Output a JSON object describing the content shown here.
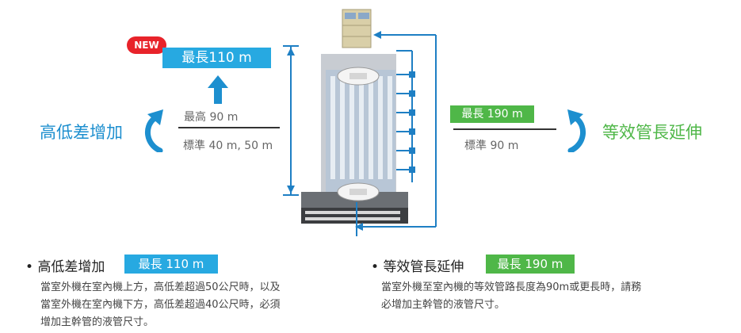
{
  "left": {
    "new_badge": "NEW",
    "max_label": "最長110 m",
    "title": "高低差增加",
    "highest": "最高  90 m",
    "standard": "標準  40 m, 50 m"
  },
  "right": {
    "max_label": "最長 190 m",
    "title": "等效管長延伸",
    "standard": "標準  90 m"
  },
  "bottom_left": {
    "bullet": "•",
    "title": "高低差增加",
    "badge": "最長 110 m",
    "lines": [
      "當室外機在室內機上方，高低差超過50公尺時，以及",
      "當室外機在室內機下方，高低差超過40公尺時，必須",
      "增加主幹管的液管尺寸。"
    ]
  },
  "bottom_right": {
    "bullet": "•",
    "title": "等效管長延伸",
    "badge": "最長 190 m",
    "lines": [
      "當室外機至室內機的等效管路長度為90m或更長時，請務",
      "必增加主幹管的液管尺寸。"
    ]
  },
  "colors": {
    "blue": "#27a9e1",
    "green": "#4fb748",
    "red": "#e8232a",
    "pipe": "#1e7fc4"
  }
}
